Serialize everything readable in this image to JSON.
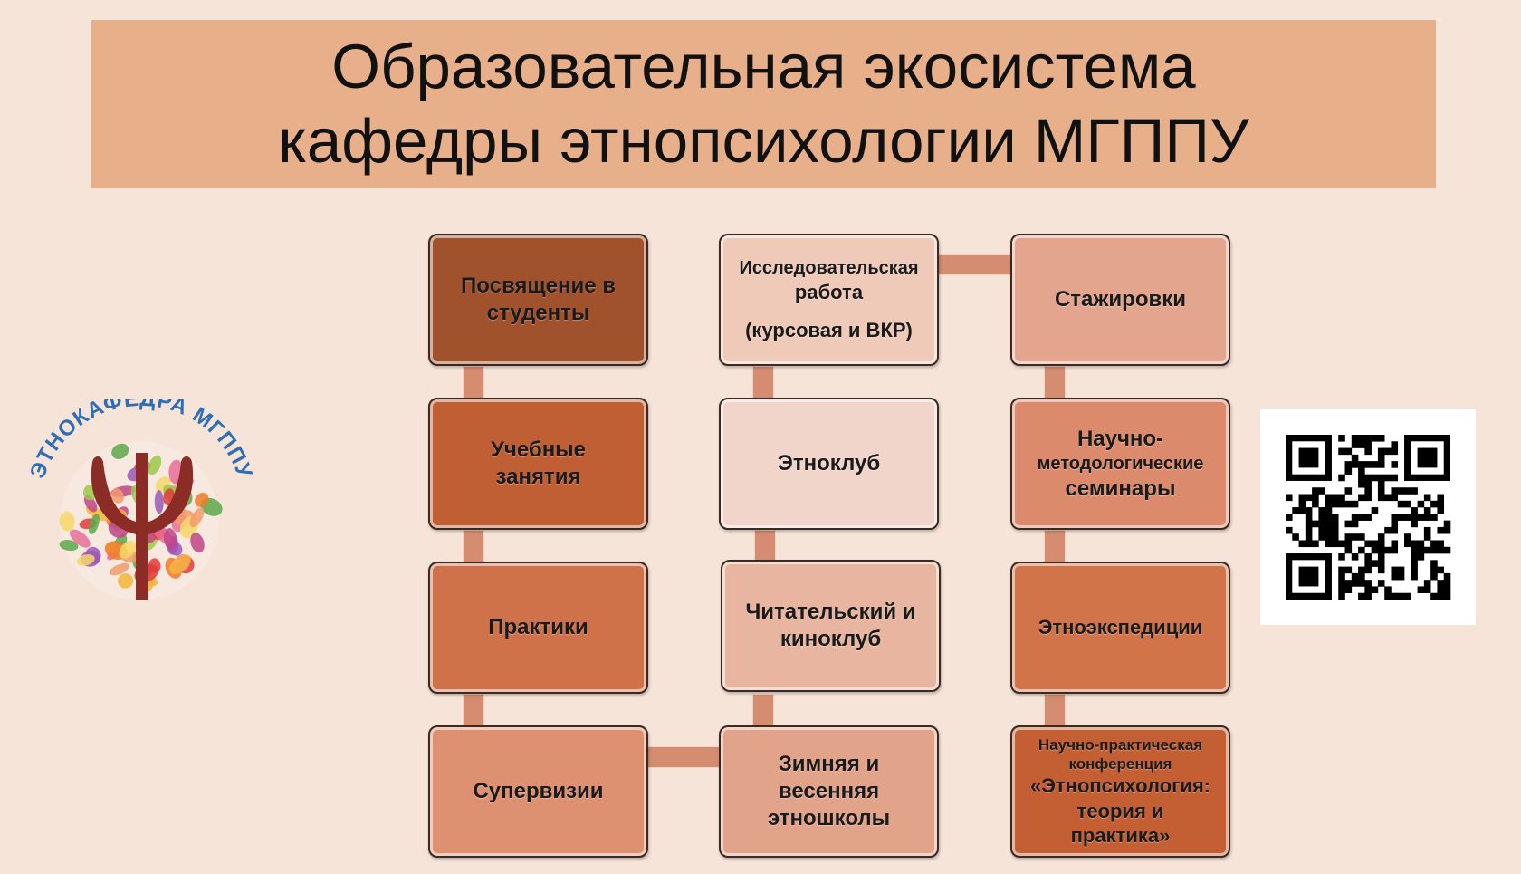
{
  "title": {
    "line1": "Образовательная экосистема",
    "line2": "кафедры этнопсихологии МГППУ"
  },
  "colors": {
    "background": "#f6e4d8",
    "title_band": "#e8af8b",
    "connector": "#d58d71"
  },
  "logo": {
    "text": "ЭТНОКАФЕДРА МГППУ",
    "icon": "psi-tree-icon"
  },
  "qr": {
    "icon": "qr-code-icon"
  },
  "nodes": {
    "initiation": {
      "lines": [
        "Посвящение в",
        "студенты"
      ],
      "color": "#a0522d"
    },
    "classes": {
      "lines": [
        "Учебные",
        "занятия"
      ],
      "color": "#c05f34"
    },
    "practices": {
      "lines": [
        "Практики"
      ],
      "color": "#cf7249"
    },
    "supervision": {
      "lines": [
        "Супервизии"
      ],
      "color": "#dd9171"
    },
    "research": {
      "lines": [
        "Исследовательская",
        "работа",
        "(курсовая и ВКР)"
      ],
      "color": "#efcab9"
    },
    "ethnoclub": {
      "lines": [
        "Этноклуб"
      ],
      "color": "#f2d5ca"
    },
    "reading_club": {
      "lines": [
        "Читательский и",
        "киноклуб"
      ],
      "color": "#e8b6a0"
    },
    "schools": {
      "lines": [
        "Зимняя и",
        "весенняя",
        "этношколы"
      ],
      "color": "#e2a38b"
    },
    "internships": {
      "lines": [
        "Стажировки"
      ],
      "color": "#e4a58e"
    },
    "seminars": {
      "lines": [
        "Научно-",
        "методологические",
        "семинары"
      ],
      "color": "#db8b6c"
    },
    "expeditions": {
      "lines": [
        "Этноэкспедиции"
      ],
      "color": "#d1744a"
    },
    "conference": {
      "lines": [
        "Научно-практическая",
        "конференция",
        "«Этнопсихология:",
        "теория и",
        "практика»"
      ],
      "color": "#c35f33"
    }
  }
}
